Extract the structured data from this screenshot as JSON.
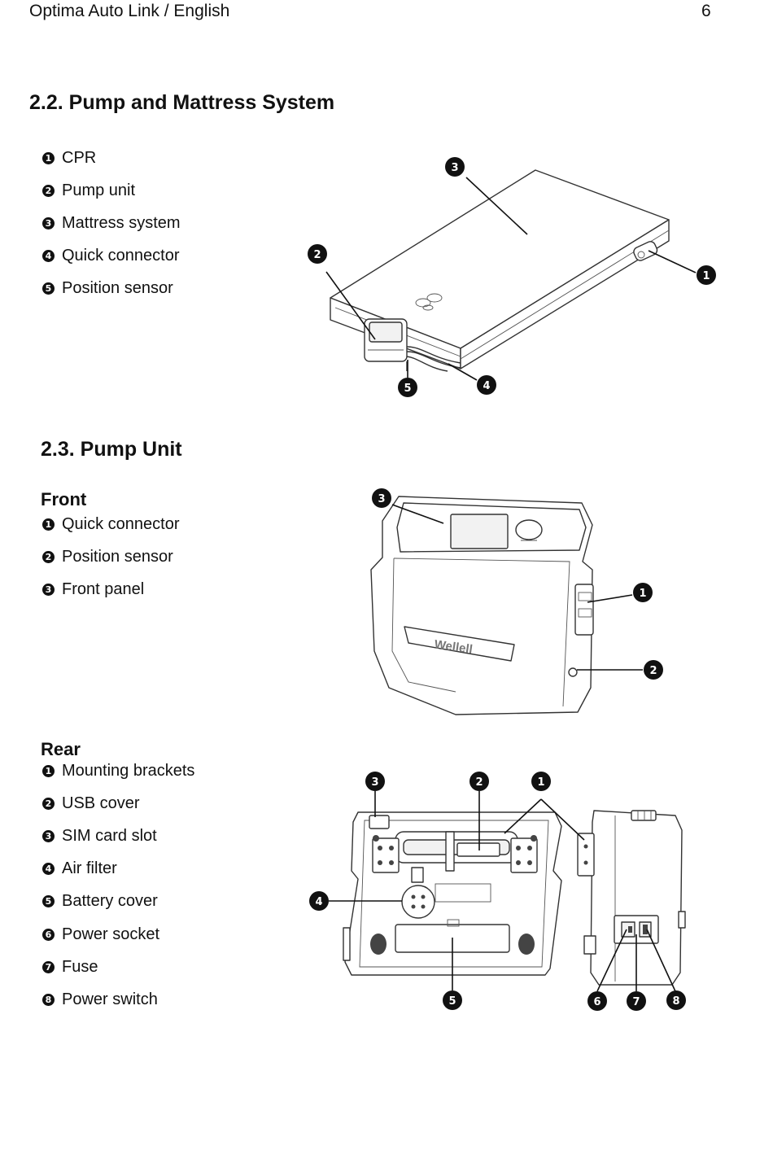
{
  "header": {
    "left": "Optima Auto Link / English",
    "page_number": "6"
  },
  "section_22": {
    "title": "2.2.  Pump and Mattress System",
    "items": [
      {
        "num": "1",
        "label": "CPR"
      },
      {
        "num": "2",
        "label": "Pump unit"
      },
      {
        "num": "3",
        "label": "Mattress system"
      },
      {
        "num": "4",
        "label": "Quick connector"
      },
      {
        "num": "5",
        "label": "Position sensor"
      }
    ]
  },
  "section_23": {
    "title": "2.3.  Pump Unit",
    "front": {
      "heading": "Front",
      "items": [
        {
          "num": "1",
          "label": "Quick connector"
        },
        {
          "num": "2",
          "label": "Position sensor"
        },
        {
          "num": "3",
          "label": "Front panel"
        }
      ]
    },
    "rear": {
      "heading": "Rear",
      "items": [
        {
          "num": "1",
          "label": "Mounting brackets"
        },
        {
          "num": "2",
          "label": "USB cover"
        },
        {
          "num": "3",
          "label": "SIM card slot"
        },
        {
          "num": "4",
          "label": "Air filter"
        },
        {
          "num": "5",
          "label": "Battery cover"
        },
        {
          "num": "6",
          "label": "Power socket"
        },
        {
          "num": "7",
          "label": "Fuse"
        },
        {
          "num": "8",
          "label": "Power switch"
        }
      ]
    }
  },
  "figure_front": {
    "logo_text": "Wellell"
  }
}
